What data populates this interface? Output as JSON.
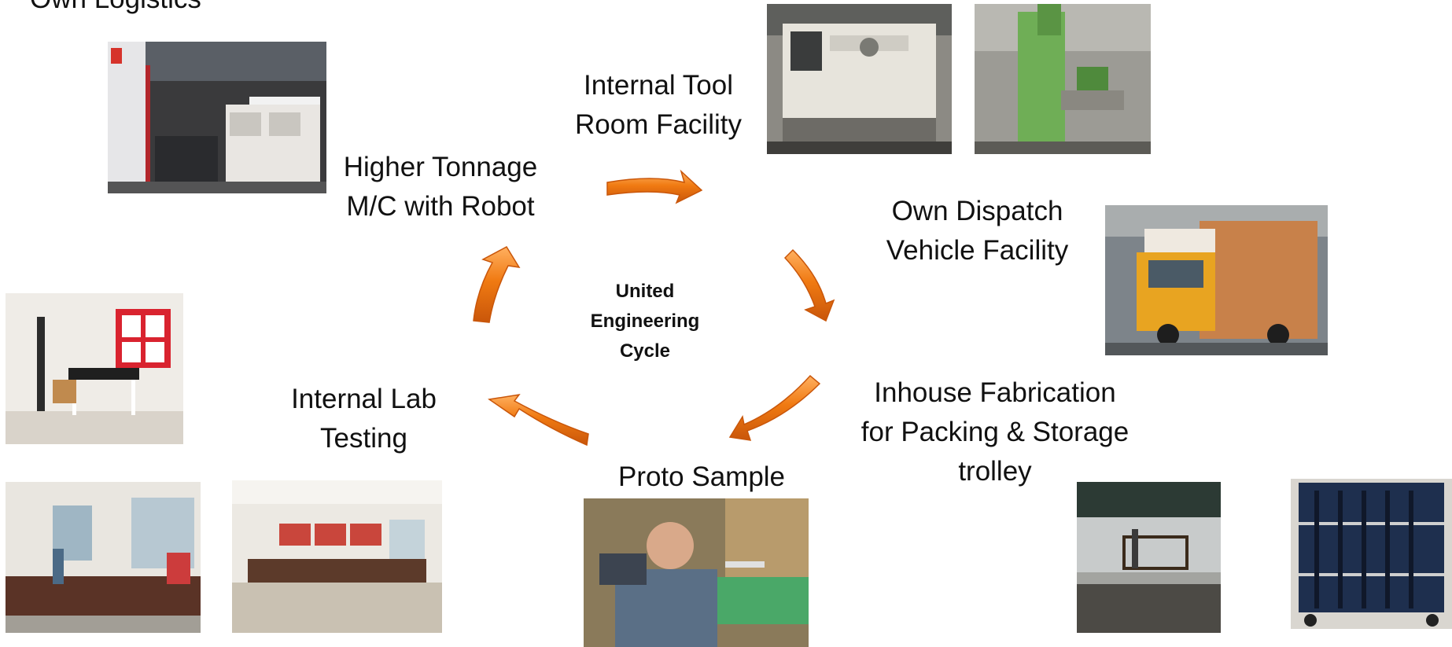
{
  "top_left_text": "Own Logistics",
  "center": {
    "line1": "United",
    "line2": "Engineering",
    "line3": "Cycle"
  },
  "stages": {
    "tool_room": {
      "line1": "Internal Tool",
      "line2": "Room Facility"
    },
    "dispatch": {
      "line1": "Own Dispatch",
      "line2": "Vehicle Facility"
    },
    "fabrication": {
      "line1": "Inhouse Fabrication",
      "line2": "for Packing & Storage",
      "line3": "trolley"
    },
    "proto": {
      "line1": "Proto Sample"
    },
    "lab": {
      "line1": "Internal Lab",
      "line2": "Testing"
    },
    "tonnage": {
      "line1": "Higher Tonnage",
      "line2": "M/C with Robot"
    }
  },
  "colors": {
    "arrow": "#f07a12",
    "arrow_dark": "#c9560a",
    "text": "#111111"
  }
}
